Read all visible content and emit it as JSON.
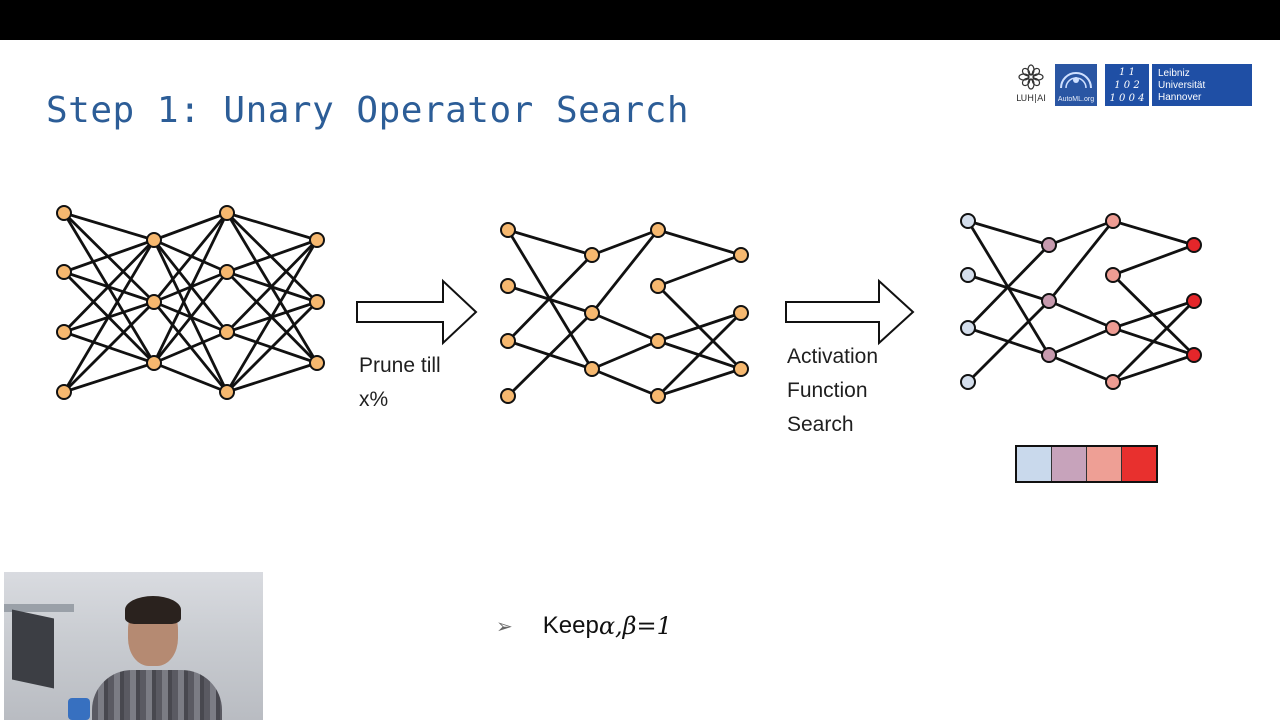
{
  "slide": {
    "title": "Step 1: Unary Operator Search",
    "label_prune_line1": "Prune till",
    "label_prune_line2": "x%",
    "label_act_line1": "Activation",
    "label_act_line2": "Function",
    "label_act_line3": "Search",
    "bullet_text": "Keep ",
    "bullet_math": "α,β=1"
  },
  "logos": {
    "luhai": "LUH|AI",
    "automl": "AutoML.org",
    "lu_digits": [
      "1 1",
      "1 0 2",
      "1 0 0 4"
    ],
    "lu_name": [
      "Leibniz",
      "Universität",
      "Hannover"
    ]
  },
  "colors": {
    "title": "#2c5d97",
    "node_orange": "#f6b86f",
    "node_light_blue": "#d4deec",
    "node_mauve": "#c79aae",
    "node_salmon": "#ee9c93",
    "node_red": "#e4262a",
    "palette": [
      "#c9d9ec",
      "#c7a3bb",
      "#ee9f95",
      "#e8302e"
    ]
  },
  "icons": {
    "arrow_prune": "hollow-right-arrow",
    "arrow_activation": "hollow-right-arrow",
    "bullet": "arrowhead-bullet"
  }
}
